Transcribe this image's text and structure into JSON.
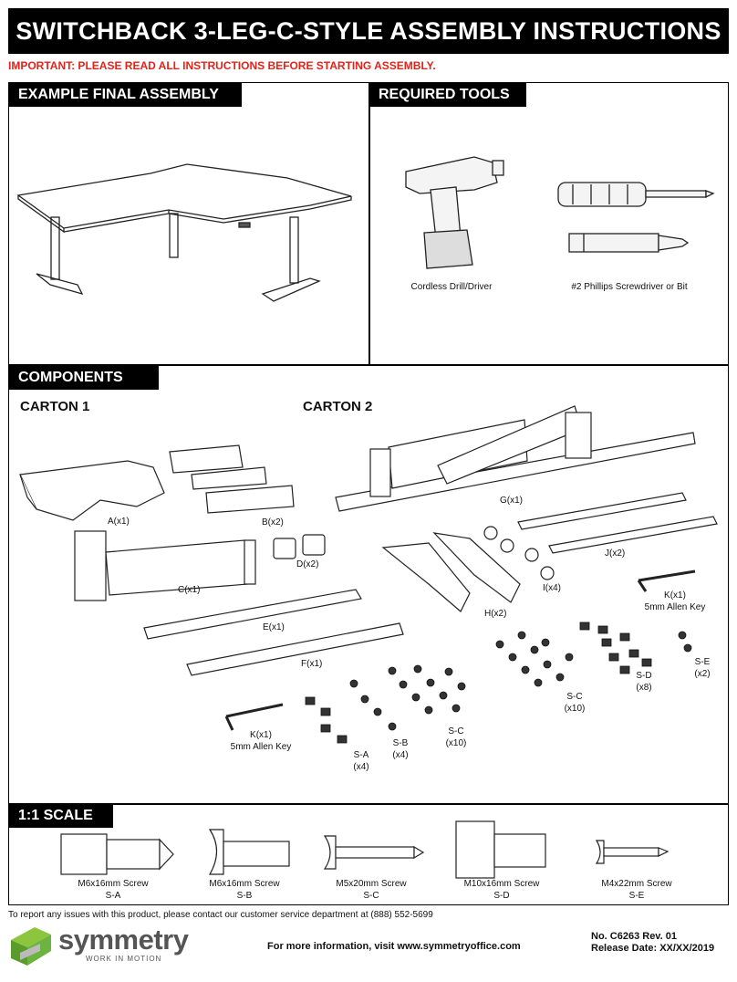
{
  "header": {
    "title": "SWITCHBACK 3-LEG-C-STYLE ASSEMBLY INSTRUCTIONS",
    "important": "IMPORTANT: PLEASE READ ALL INSTRUCTIONS BEFORE STARTING ASSEMBLY."
  },
  "sections": {
    "final_assembly": "EXAMPLE FINAL ASSEMBLY",
    "tools": "REQUIRED TOOLS",
    "components": "COMPONENTS",
    "scale": "1:1 SCALE"
  },
  "tools": [
    {
      "label": "Cordless Drill/Driver"
    },
    {
      "label": "#2 Phillips Screwdriver or Bit"
    }
  ],
  "cartons": {
    "carton1": "CARTON 1",
    "carton2": "CARTON 2"
  },
  "components": {
    "A": "A(x1)",
    "B": "B(x2)",
    "C": "C(x1)",
    "D": "D(x2)",
    "E": "E(x1)",
    "F": "F(x1)",
    "K1": "K(x1)",
    "K1_sub": "5mm Allen Key",
    "SA": "S-A",
    "SA_q": "(x4)",
    "SB": "S-B",
    "SB_q": "(x4)",
    "SC1": "S-C",
    "SC1_q": "(x10)",
    "G": "G(x1)",
    "H": "H(x2)",
    "I": "I(x4)",
    "J": "J(x2)",
    "K2": "K(x1)",
    "K2_sub": "5mm Allen Key",
    "SC2": "S-C",
    "SC2_q": "(x10)",
    "SD": "S-D",
    "SD_q": "(x8)",
    "SE": "S-E",
    "SE_q": "(x2)"
  },
  "scale_items": [
    {
      "name": "M6x16mm Screw",
      "code": "S-A"
    },
    {
      "name": "M6x16mm Screw",
      "code": "S-B"
    },
    {
      "name": "M5x20mm Screw",
      "code": "S-C"
    },
    {
      "name": "M10x16mm Screw",
      "code": "S-D"
    },
    {
      "name": "M4x22mm Screw",
      "code": "S-E"
    }
  ],
  "footer": {
    "report": "To report any issues with this product, please contact our customer service department at (888) 552-5699",
    "logo_word": "symmetry",
    "tagline": "WORK IN MOTION",
    "more_info": "For more information, visit www.symmetryoffice.com",
    "doc_no": "No. C6263 Rev. 01",
    "release": "Release Date: XX/XX/2019"
  },
  "colors": {
    "accent_red": "#e2231a",
    "logo_green": "#6db33f"
  }
}
